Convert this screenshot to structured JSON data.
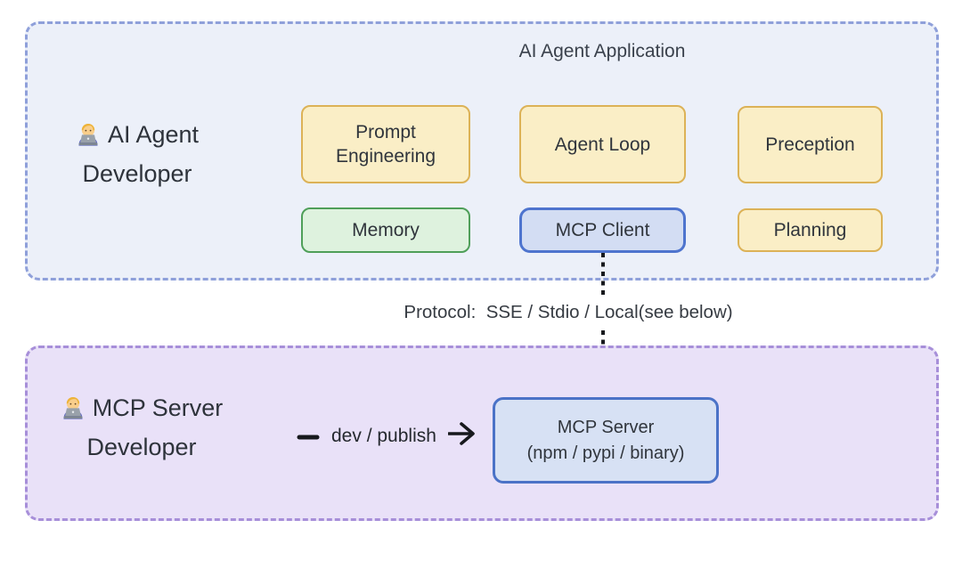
{
  "agent_panel": {
    "title": "AI Agent Application",
    "developer": {
      "line1": "AI Agent",
      "line2": "Developer",
      "emoji": "technologist"
    },
    "boxes": {
      "prompt_engineering": {
        "line1": "Prompt",
        "line2": "Engineering"
      },
      "agent_loop": {
        "label": "Agent Loop"
      },
      "preception": {
        "label": "Preception"
      },
      "memory": {
        "label": "Memory"
      },
      "mcp_client": {
        "label": "MCP Client"
      },
      "planning": {
        "label": "Planning"
      }
    }
  },
  "connection": {
    "protocol_label": "Protocol:  SSE / Stdio / Local(see below)"
  },
  "server_panel": {
    "developer": {
      "line1": "MCP Server",
      "line2": "Developer",
      "emoji": "technologist"
    },
    "dev_publish_label": "dev / publish",
    "mcp_server_box": {
      "line1": "MCP Server",
      "line2": "(npm / pypi / binary)"
    }
  },
  "colors": {
    "agent_panel_bg": "#ECF0F9",
    "agent_panel_border": "#8FA0DA",
    "server_panel_bg": "#E9E1F8",
    "server_panel_border": "#A78FD9",
    "yellow_box_bg": "#FAEEC6",
    "yellow_box_border": "#DCB257",
    "green_box_bg": "#DEF2DE",
    "green_box_border": "#4F9F59",
    "mcp_client_bg": "#D3DDF3",
    "mcp_client_border": "#4E74CE",
    "mcp_server_bg": "#D7E1F4",
    "mcp_server_border": "#4B72C7",
    "text": "#30353C",
    "arrow": "#17191D"
  }
}
